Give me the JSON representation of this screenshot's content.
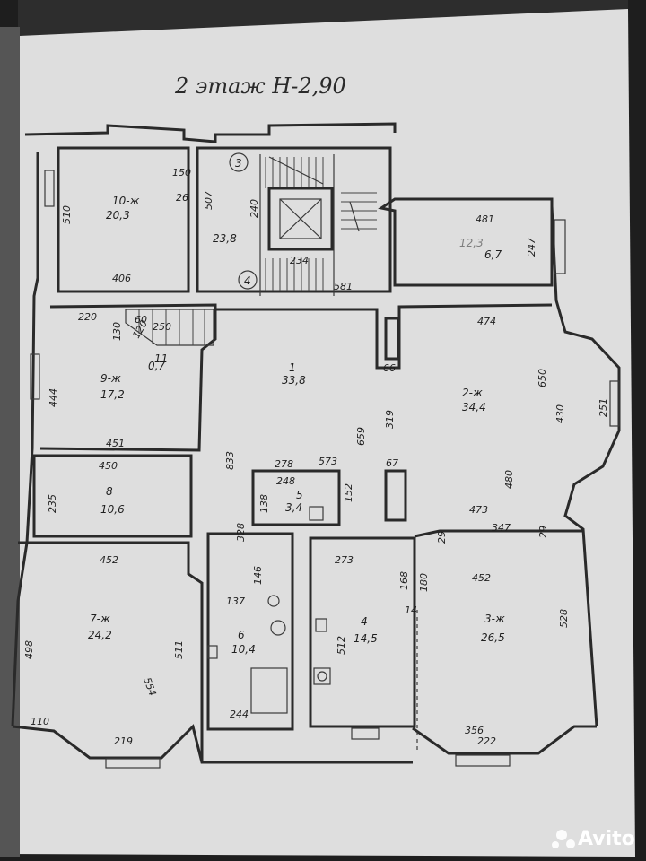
{
  "title": "2 этаж Н-2,90",
  "watermark": "Avito",
  "colors": {
    "paper": "#dedede",
    "frame": "#2f2f2f",
    "ink": "#2a2a2a"
  },
  "stairs": {
    "top": "3",
    "bottom": "4"
  },
  "rooms": [
    {
      "id": "r10",
      "number": "10-ж",
      "area": "20,3"
    },
    {
      "id": "r_stair",
      "area": "23,8"
    },
    {
      "id": "r12",
      "number": "12,3",
      "area": "6,7"
    },
    {
      "id": "r11",
      "number": "11",
      "area": "0,7"
    },
    {
      "id": "r9",
      "number": "9-ж",
      "area": "17,2"
    },
    {
      "id": "r1",
      "number": "1",
      "area": "33,8"
    },
    {
      "id": "r2",
      "number": "2-ж",
      "area": "34,4"
    },
    {
      "id": "r8",
      "number": "8",
      "area": "10,6"
    },
    {
      "id": "r5",
      "number": "5",
      "area": "3,4"
    },
    {
      "id": "r7",
      "number": "7-ж",
      "area": "24,2"
    },
    {
      "id": "r6",
      "number": "6",
      "area": "10,4"
    },
    {
      "id": "r4",
      "number": "4",
      "area": "14,5"
    },
    {
      "id": "r3",
      "number": "3-ж",
      "area": "26,5"
    }
  ],
  "dimensions": [
    "150",
    "26",
    "510",
    "406",
    "507",
    "240",
    "234",
    "581",
    "481",
    "247",
    "220",
    "130",
    "60",
    "120",
    "250",
    "474",
    "66",
    "444",
    "451",
    "319",
    "659",
    "650",
    "430",
    "251",
    "450",
    "833",
    "278",
    "573",
    "248",
    "152",
    "138",
    "235",
    "67",
    "480",
    "473",
    "328",
    "29",
    "452",
    "146",
    "273",
    "168",
    "180",
    "347",
    "29",
    "452",
    "137",
    "14",
    "498",
    "511",
    "554",
    "512",
    "528",
    "244",
    "110",
    "219",
    "356",
    "222"
  ]
}
